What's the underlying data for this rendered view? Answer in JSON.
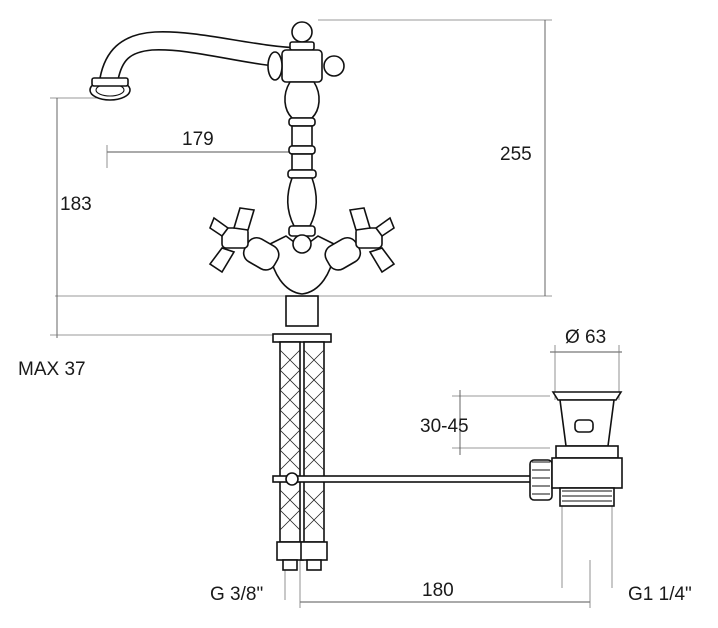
{
  "dimensions": {
    "d255": "255",
    "d179": "179",
    "d183": "183",
    "max37": "MAX 37",
    "d63": "Ø 63",
    "d30_45": "30-45",
    "d180": "180",
    "g38": "G 3/8\"",
    "g114": "G1 1/4\""
  },
  "colors": {
    "line": "#111111",
    "dimension": "#555555"
  }
}
